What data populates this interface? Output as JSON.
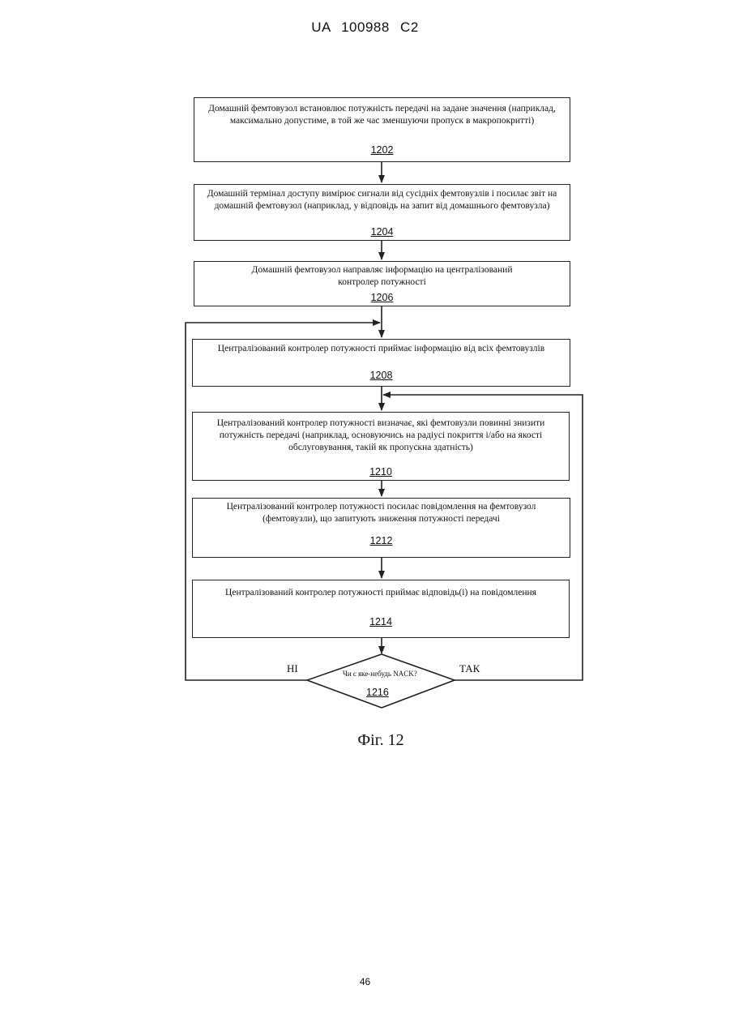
{
  "header": {
    "text": "UA   100988   C2"
  },
  "steps": [
    {
      "text": "Домашній фемтовузол встановлює потужність передачі на задане значення (наприклад, максимально допустиме, в той же час зменшуючи пропуск в макропокритті)",
      "ref": "1202"
    },
    {
      "text": "Домашній термінал доступу вимірює сигнали від сусідніх фемтовузлів і посилає звіт на домашній фемтовузол (наприклад, у відповідь на запит від домашнього фемтовузла)",
      "ref": "1204"
    },
    {
      "text": "Домашній фемтовузол направляє інформацію на централізований контролер потужності",
      "ref": "1206"
    },
    {
      "text": "Централізований контролер потужності приймає інформацію від всіх фемтовузлів",
      "ref": "1208"
    },
    {
      "text": "Централізований контролер потужності визначає, які фемтовузли повинні знизити потужність передачі (наприклад, основуючись на радіусі покриття і/або на якості обслуговування, такій як пропускна здатність)",
      "ref": "1210"
    },
    {
      "text": "Централізований контролер потужності посилає повідомлення на фемтовузол (фемтовузли), що запитують зниження потужності передачі",
      "ref": "1212"
    },
    {
      "text": "Централізований контролер потужності приймає відповідь(і) на повідомлення",
      "ref": "1214"
    }
  ],
  "decision": {
    "text": "Чи є яке-небудь NACK?",
    "ref": "1216",
    "no_label": "НІ",
    "yes_label": "ТАК"
  },
  "caption": "Фіг. 12",
  "footer": {
    "page_number": "46"
  }
}
